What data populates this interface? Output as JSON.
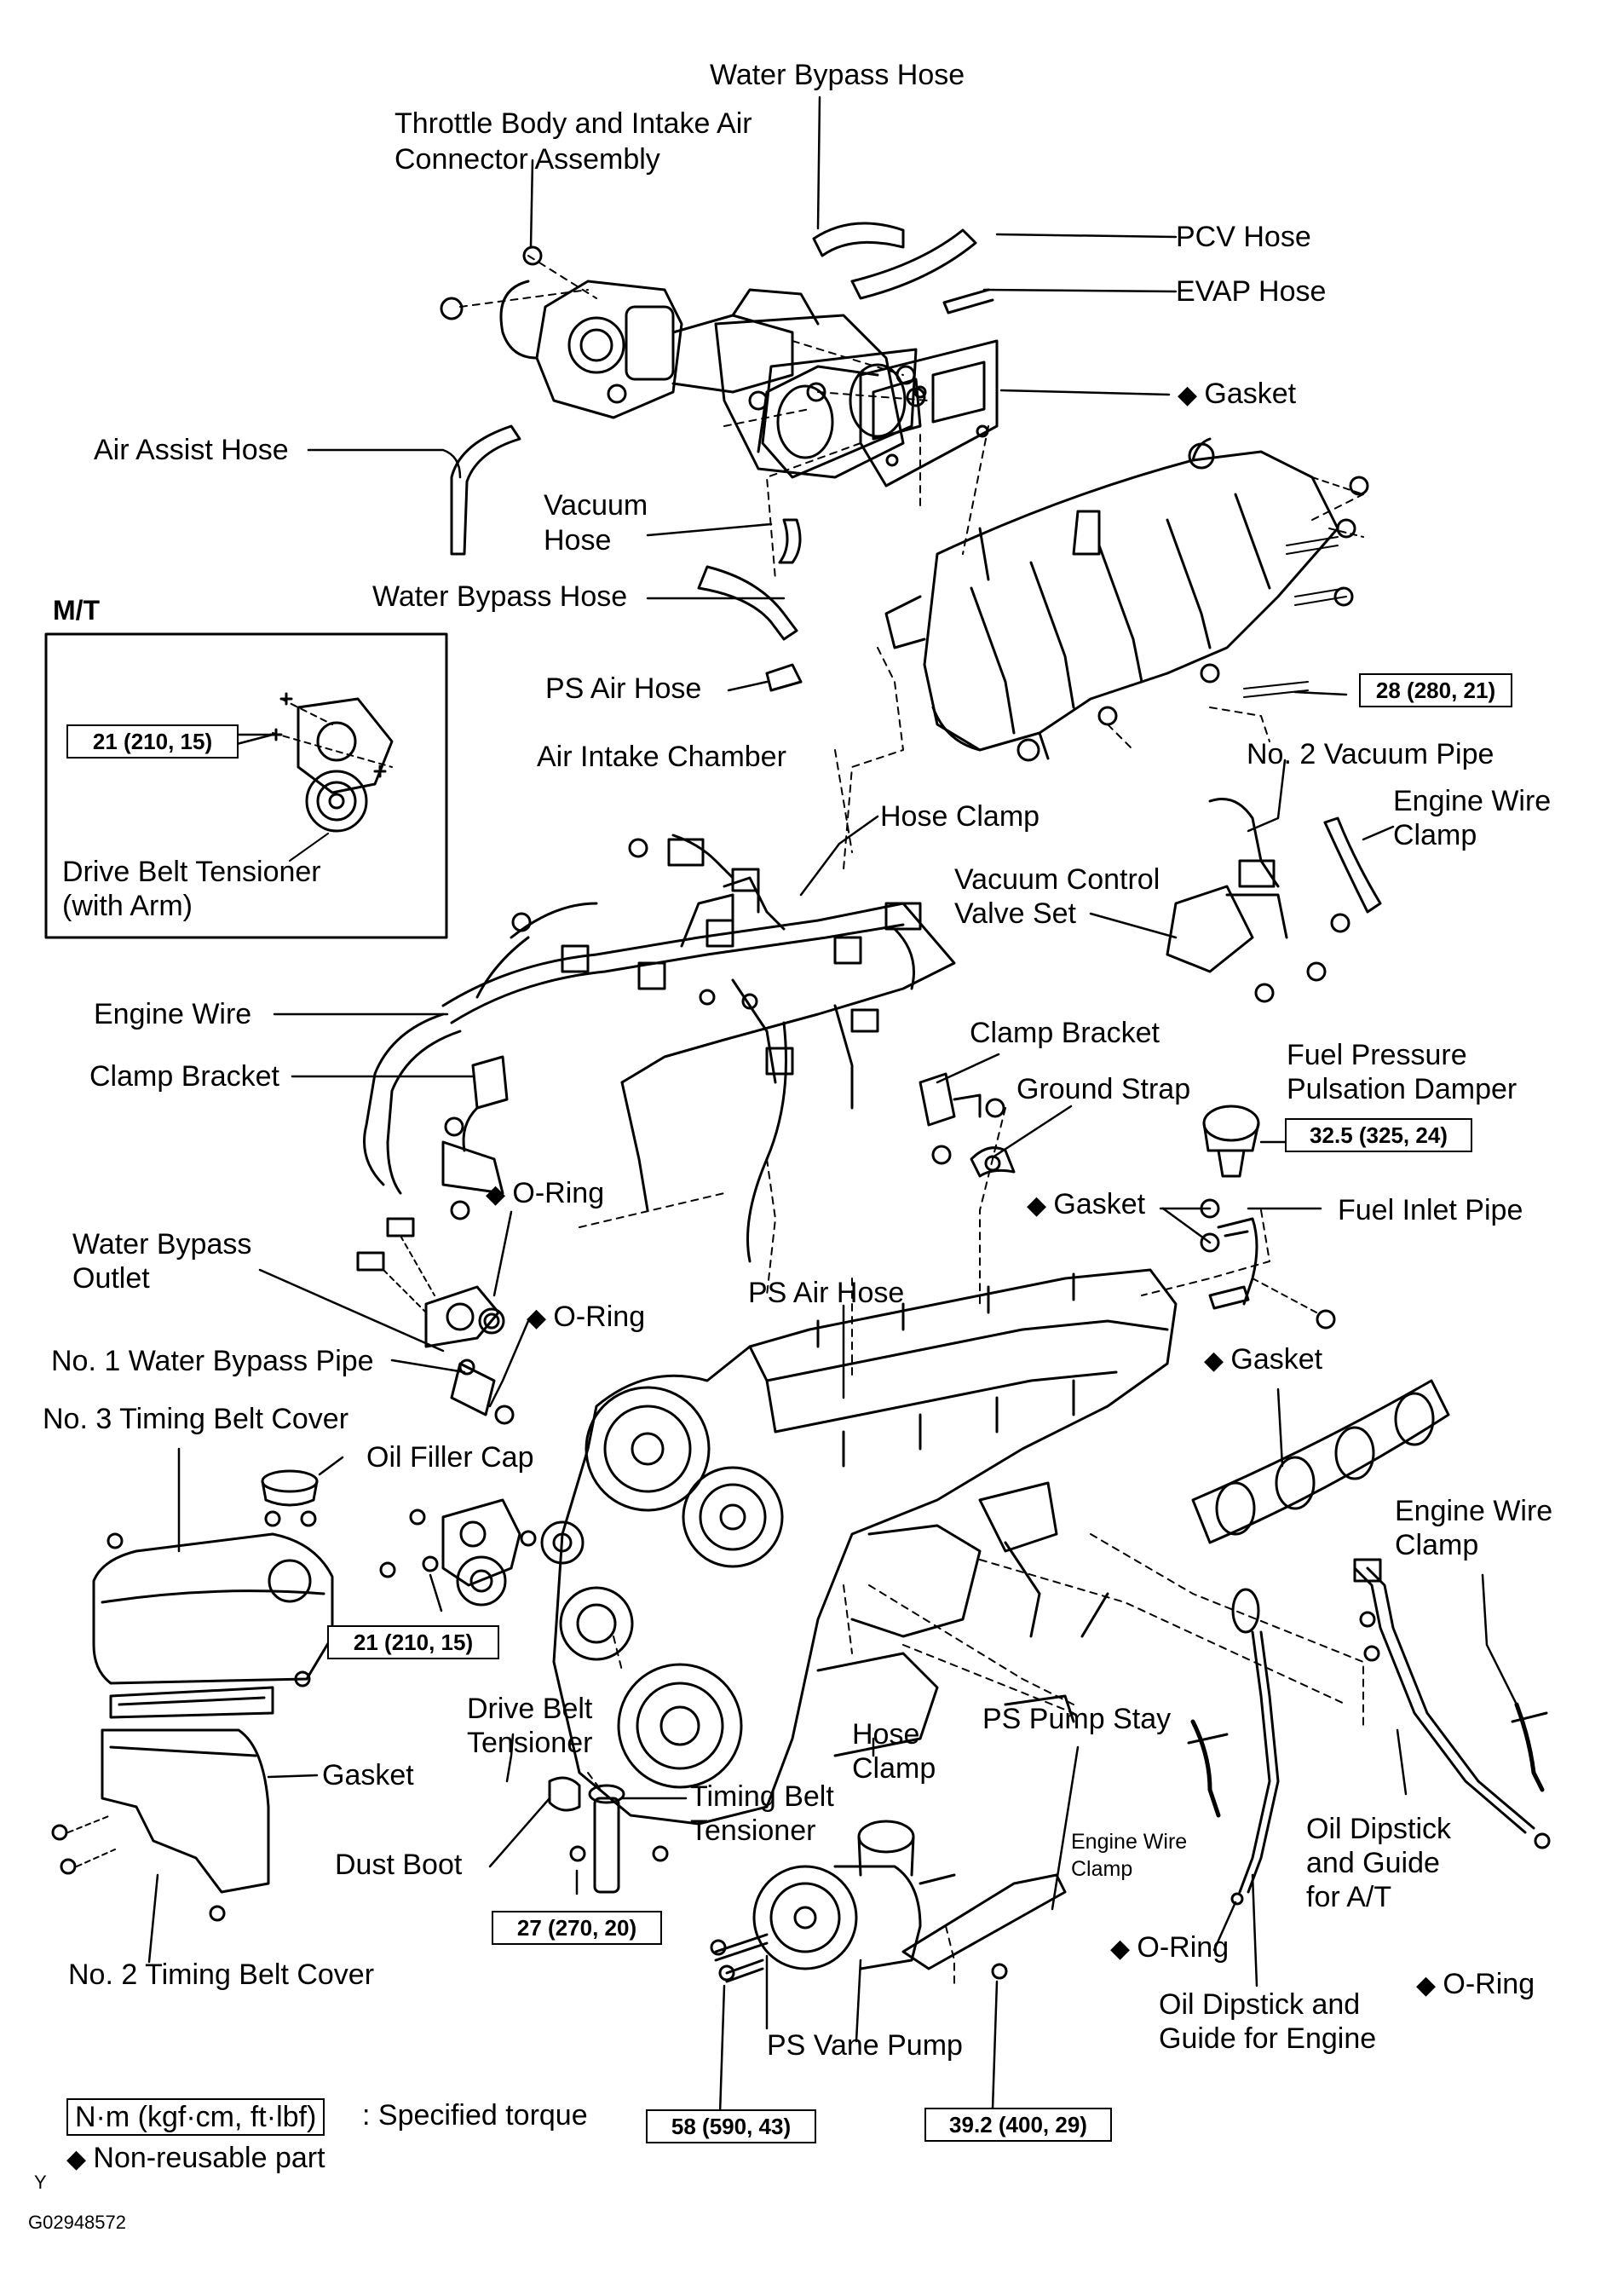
{
  "figure_id": "G02948572",
  "corner_mark": "Y",
  "inset_title": "M/T",
  "labels": {
    "water_bypass_hose_top": "Water Bypass Hose",
    "throttle_body_l1": "Throttle Body and Intake Air",
    "throttle_body_l2": "Connector Assembly",
    "pcv_hose": "PCV Hose",
    "evap_hose": "EVAP Hose",
    "gasket_top": "Gasket",
    "air_assist_hose": "Air Assist Hose",
    "vacuum_hose_l1": "Vacuum",
    "vacuum_hose_l2": "Hose",
    "water_bypass_hose_mid": "Water Bypass Hose",
    "ps_air_hose_top": "PS Air Hose",
    "air_intake_chamber": "Air Intake Chamber",
    "no2_vacuum_pipe": "No. 2 Vacuum Pipe",
    "engine_wire_clamp_top_l1": "Engine Wire",
    "engine_wire_clamp_top_l2": "Clamp",
    "drive_belt_tensioner_arm_l1": "Drive Belt Tensioner",
    "drive_belt_tensioner_arm_l2": "(with Arm)",
    "hose_clamp_top": "Hose Clamp",
    "vacuum_control_l1": "Vacuum Control",
    "vacuum_control_l2": "Valve Set",
    "engine_wire": "Engine Wire",
    "clamp_bracket_left": "Clamp Bracket",
    "clamp_bracket_right": "Clamp Bracket",
    "fuel_pressure_l1": "Fuel Pressure",
    "fuel_pressure_l2": "Pulsation Damper",
    "ground_strap": "Ground Strap",
    "o_ring_1": "O-Ring",
    "gasket_fuel": "Gasket",
    "fuel_inlet_pipe": "Fuel Inlet Pipe",
    "water_bypass_outlet_l1": "Water Bypass",
    "water_bypass_outlet_l2": "Outlet",
    "ps_air_hose_mid": "PS Air Hose",
    "o_ring_2": "O-Ring",
    "no1_water_bypass_pipe": "No. 1 Water Bypass Pipe",
    "gasket_exhaust": "Gasket",
    "no3_timing_belt_cover": "No. 3 Timing Belt Cover",
    "oil_filler_cap": "Oil Filler Cap",
    "engine_wire_clamp_right_l1": "Engine Wire",
    "engine_wire_clamp_right_l2": "Clamp",
    "drive_belt_tensioner_l1": "Drive Belt",
    "drive_belt_tensioner_l2": "Tensioner",
    "hose_clamp_bottom_l1": "Hose",
    "hose_clamp_bottom_l2": "Clamp",
    "ps_pump_stay": "PS Pump Stay",
    "gasket_cover": "Gasket",
    "oil_dipstick_at_l1": "Oil Dipstick",
    "oil_dipstick_at_l2": "and Guide",
    "oil_dipstick_at_l3": "for A/T",
    "engine_wire_clamp_small_l1": "Engine Wire",
    "engine_wire_clamp_small_l2": "Clamp",
    "dust_boot": "Dust Boot",
    "timing_belt_tensioner_l1": "Timing Belt",
    "timing_belt_tensioner_l2": "Tensioner",
    "o_ring_3": "O-Ring",
    "o_ring_4": "O-Ring",
    "no2_timing_belt_cover": "No. 2 Timing Belt Cover",
    "oil_dipstick_engine_l1": "Oil Dipstick and",
    "oil_dipstick_engine_l2": "Guide for Engine",
    "ps_vane_pump": "PS Vane Pump"
  },
  "torques": {
    "intake_chamber": "28 (280, 21)",
    "inset_tensioner": "21 (210, 15)",
    "fuel_damper": "32.5 (325, 24)",
    "drive_belt_tensioner": "21 (210, 15)",
    "timing_tensioner": "27 (270, 20)",
    "ps_pump_front": "58 (590, 43)",
    "ps_pump_rear": "39.2 (400, 29)"
  },
  "legend": {
    "torque_box": "N·m (kgf·cm, ft·lbf)",
    "torque_text": ": Specified torque",
    "nonreusable_text": "Non-reusable part"
  }
}
